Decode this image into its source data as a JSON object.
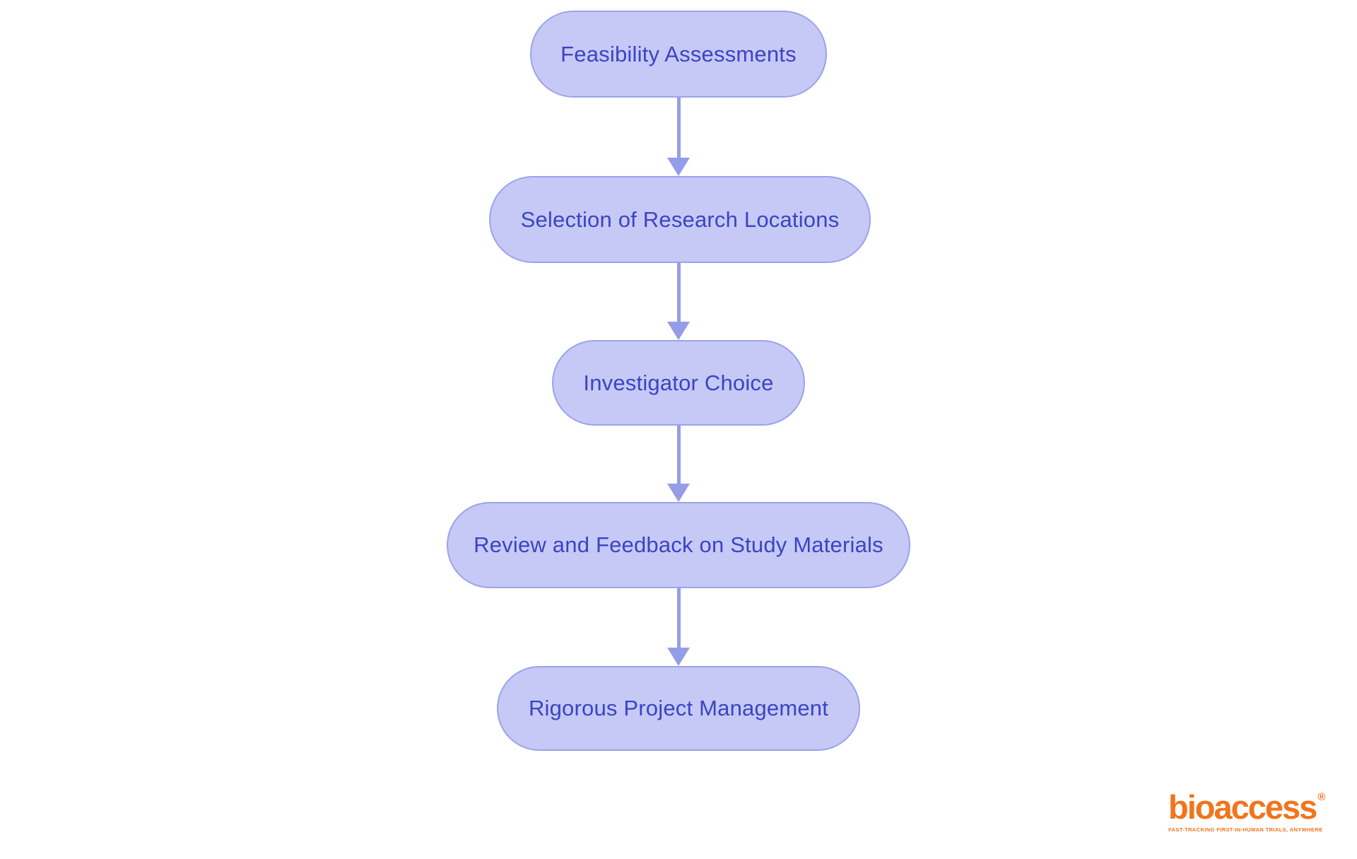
{
  "diagram": {
    "type": "flowchart",
    "direction": "top-down",
    "nodes": [
      {
        "id": "feasibility-assessments",
        "label": "Feasibility Assessments"
      },
      {
        "id": "selection-of-research-locations",
        "label": "Selection of Research Locations"
      },
      {
        "id": "investigator-choice",
        "label": "Investigator Choice"
      },
      {
        "id": "review-and-feedback-on-study-materials",
        "label": "Review and Feedback on Study Materials"
      },
      {
        "id": "rigorous-project-management",
        "label": "Rigorous Project Management"
      }
    ],
    "edges": [
      {
        "from": "feasibility-assessments",
        "to": "selection-of-research-locations"
      },
      {
        "from": "selection-of-research-locations",
        "to": "investigator-choice"
      },
      {
        "from": "investigator-choice",
        "to": "review-and-feedback-on-study-materials"
      },
      {
        "from": "review-and-feedback-on-study-materials",
        "to": "rigorous-project-management"
      }
    ],
    "colors": {
      "node_fill": "#C6C9F5",
      "node_border": "#9BA3EA",
      "node_text": "#3B44C4",
      "arrow": "#959DE9",
      "background": "#FFFFFF"
    }
  },
  "logo": {
    "wordmark": "bioaccess",
    "registered_mark": "®",
    "tagline": "FAST-TRACKING FIRST-IN-HUMAN TRIALS, ANYWHERE",
    "color": "#F2741B"
  }
}
